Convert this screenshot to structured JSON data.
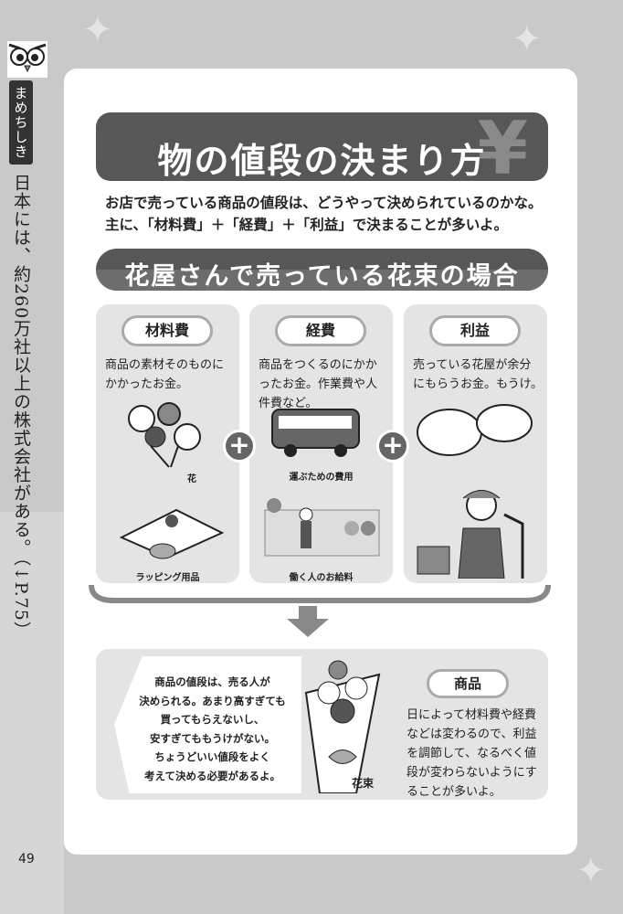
{
  "sidebar": {
    "label": "まめちしき",
    "tip": "日本には、約260万社以上の株式会社がある。（↓P.75）"
  },
  "title": "物の値段の決まり方",
  "intro": [
    "お店で売っている商品の値段は、どうやって決められているのかな。",
    "主に、「材料費」＋「経費」＋「利益」で決まることが多いよ。"
  ],
  "subtitle": "花屋さんで売っている花束の場合",
  "cards": [
    {
      "title": "材料費",
      "desc": "商品の素材そのものにかかったお金。",
      "captions": [
        "花",
        "ラッピング用品"
      ]
    },
    {
      "title": "経費",
      "desc": "商品をつくるのにかかったお金。作業費や人件費など。",
      "captions": [
        "運ぶための費用",
        "働く人のお給料"
      ]
    },
    {
      "title": "利益",
      "desc": "売っている花屋が余分にもらうお金。もうけ。",
      "captions": []
    }
  ],
  "plus": "+",
  "bottom": {
    "bubble": [
      "商品の値段は、売る人が",
      "決められる。あまり高すぎても",
      "買ってもらえないし、",
      "安すぎてももうけがない。",
      "ちょうどいい値段をよく",
      "考えて決める必要があるよ。"
    ],
    "bouquet_caption": "花束",
    "product_title": "商品",
    "product_desc": "日によって材料費や経費などは変わるので、利益を調節して、なるべく値段が変わらないようにすることが多いよ。"
  },
  "page_number": "49"
}
